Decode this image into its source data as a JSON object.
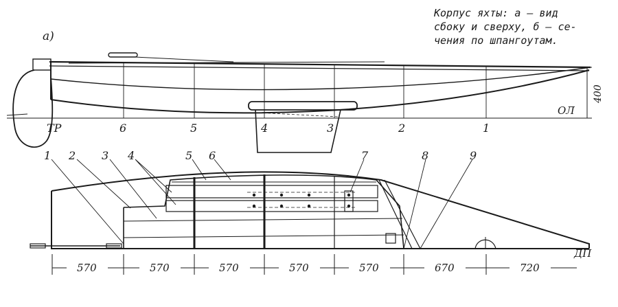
{
  "caption": {
    "lines": [
      "Корпус яхты: а — вид",
      "сбоку и сверху, б — се-",
      "чения по шпангоутам."
    ]
  },
  "figure_label": "а)",
  "side_view": {
    "station_labels": [
      "ТР",
      "6",
      "5",
      "4",
      "3",
      "2",
      "1"
    ],
    "height_dimension": "400",
    "baseline_label": "ОЛ"
  },
  "top_view": {
    "part_numbers": [
      "1",
      "2",
      "3",
      "4",
      "5",
      "6",
      "7",
      "8",
      "9"
    ],
    "spacing_dimensions": [
      "570",
      "570",
      "570",
      "570",
      "570",
      "670",
      "720"
    ],
    "centerline_label": "ДП"
  }
}
